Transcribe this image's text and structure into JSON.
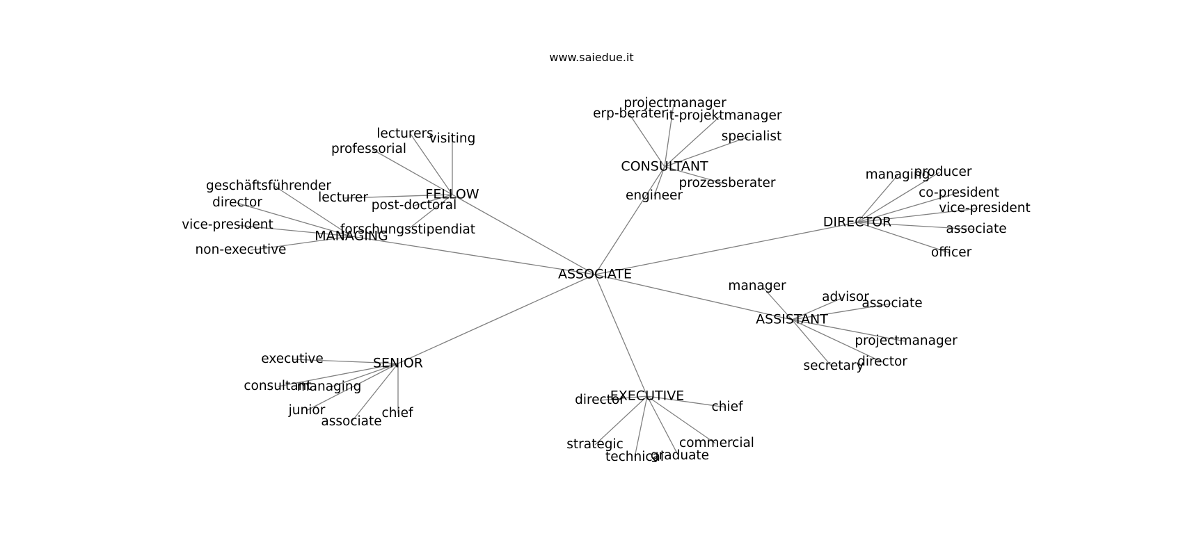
{
  "header": {
    "site": "www.saiedue.it"
  },
  "graph": {
    "root": "ASSOCIATE",
    "hubs": [
      {
        "id": "consultant",
        "label": "CONSULTANT",
        "leaves": [
          "projectmanager",
          "erp-berater",
          "it-projektmanager",
          "specialist",
          "prozessberater",
          "engineer"
        ]
      },
      {
        "id": "fellow",
        "label": "FELLOW",
        "leaves": [
          "lecturers",
          "visiting",
          "professorial",
          "lecturer",
          "post-doctoral",
          "forschungsstipendiat"
        ]
      },
      {
        "id": "managing",
        "label": "MANAGING",
        "leaves": [
          "geschäftsführender",
          "director",
          "vice-president",
          "non-executive"
        ]
      },
      {
        "id": "director",
        "label": "DIRECTOR",
        "leaves": [
          "managing",
          "producer",
          "co-president",
          "vice-president",
          "associate",
          "officer"
        ]
      },
      {
        "id": "assistant",
        "label": "ASSISTANT",
        "leaves": [
          "manager",
          "advisor",
          "associate",
          "projectmanager",
          "director",
          "secretary"
        ]
      },
      {
        "id": "senior",
        "label": "SENIOR",
        "leaves": [
          "executive",
          "consultant",
          "managing",
          "junior",
          "associate",
          "chief"
        ]
      },
      {
        "id": "executive",
        "label": "EXECUTIVE",
        "leaves": [
          "director",
          "chief",
          "strategic",
          "commercial",
          "technical",
          "graduate"
        ]
      }
    ]
  }
}
